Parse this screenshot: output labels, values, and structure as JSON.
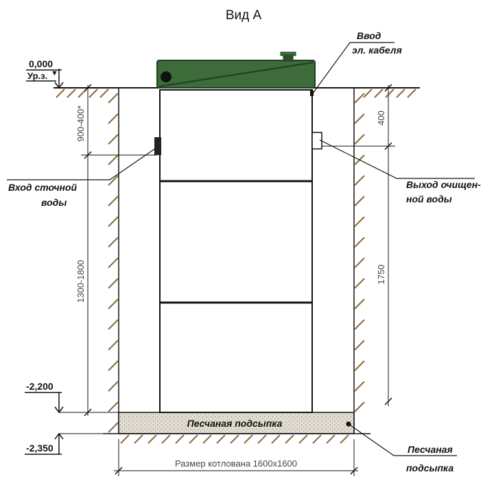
{
  "title": "Вид А",
  "levels": {
    "zero_value": "0,000",
    "zero_caption": "Ур.з.",
    "level_2200": "-2,200",
    "level_2350": "-2,350"
  },
  "labels": {
    "cable_line1": "Ввод",
    "cable_line2": "эл. кабеля",
    "inlet_line1": "Вход сточной",
    "inlet_line2": "воды",
    "outlet_line1": "Выход очищен-",
    "outlet_line2": "ной воды",
    "sand_in_bed": "Песчаная подсыпка",
    "sand_line1": "Песчаная",
    "sand_line2": "подсыпка"
  },
  "dimensions": {
    "depth_to_inlet": "900-400*",
    "inlet_to_bottom": "1300-1800",
    "lid_to_outlet": "400",
    "outlet_to_bottom": "1750",
    "pit_size": "Размер котлована 1600x1600"
  },
  "colors": {
    "lid_green": "#3d6b3a",
    "lid_dark": "#1f3d1f",
    "hatch": "#8a6a3c",
    "sand": "#d9d4c8",
    "line": "#111111"
  }
}
